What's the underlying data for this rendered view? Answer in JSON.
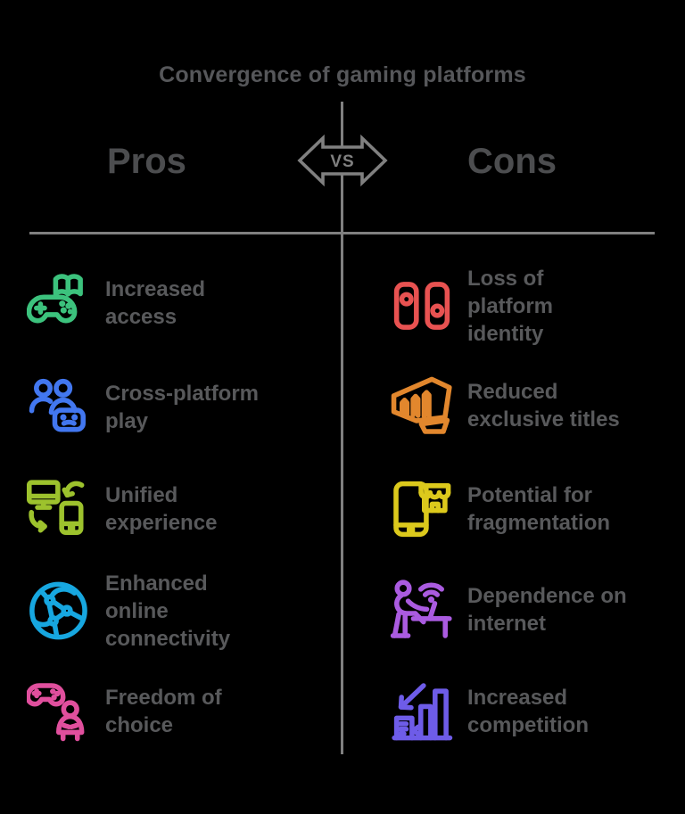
{
  "title": "Convergence of gaming platforms",
  "vs": {
    "label": "VS",
    "color": "#808080"
  },
  "divider_color": "#808080",
  "pros": {
    "heading": "Pros",
    "items": [
      {
        "label": "Increased\naccess",
        "icon": "gamepad-book-icon",
        "color": "#3cc27d"
      },
      {
        "label": "Cross-platform\nplay",
        "icon": "people-gamepad-icon",
        "color": "#4277f0"
      },
      {
        "label": "Unified\nexperience",
        "icon": "devices-sync-icon",
        "color": "#9dc22d"
      },
      {
        "label": "Enhanced\nonline\nconnectivity",
        "icon": "globe-network-icon",
        "color": "#17a7e0"
      },
      {
        "label": "Freedom of\nchoice",
        "icon": "gamepad-person-icon",
        "color": "#e04f9d"
      }
    ]
  },
  "cons": {
    "heading": "Cons",
    "items": [
      {
        "label": "Loss of\nplatform\nidentity",
        "icon": "joycons-icon",
        "color": "#e85251"
      },
      {
        "label": "Reduced\nexclusive titles",
        "icon": "fist-emblem-icon",
        "color": "#e2872d"
      },
      {
        "label": "Potential for\nfragmentation",
        "icon": "phone-store-icon",
        "color": "#dcc91c"
      },
      {
        "label": "Dependence on\ninternet",
        "icon": "person-desk-wifi-icon",
        "color": "#aa5be0"
      },
      {
        "label": "Increased\ncompetition",
        "icon": "chart-arrow-icon",
        "color": "#6e5ce8"
      }
    ]
  }
}
